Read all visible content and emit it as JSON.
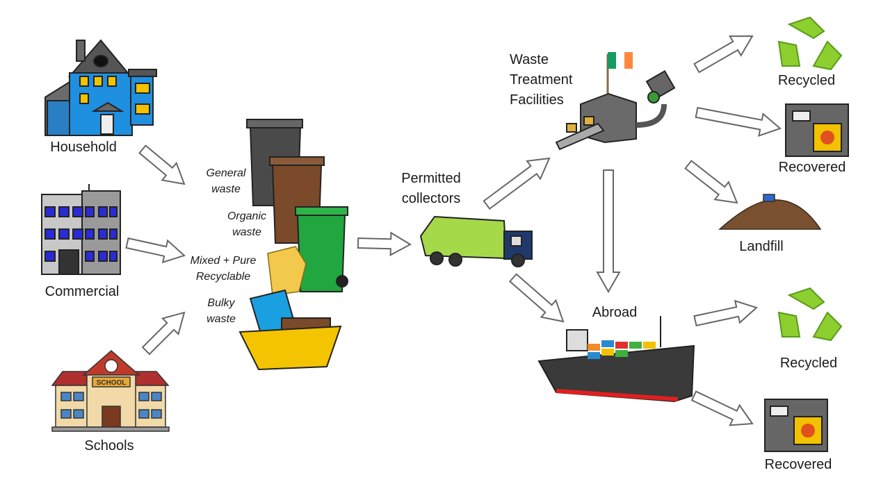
{
  "sources": {
    "household": "Household",
    "commercial": "Commercial",
    "schools": "Schools",
    "school_sign": "SCHOOL"
  },
  "bins": {
    "general": [
      "General",
      "waste"
    ],
    "organic": [
      "Organic",
      "waste"
    ],
    "mixed": [
      "Mixed + Pure",
      "Recyclable"
    ],
    "bulky": [
      "Bulky",
      "waste"
    ]
  },
  "collectors": [
    "Permitted",
    "collectors"
  ],
  "treatment": [
    "Waste",
    "Treatment",
    "Facilities"
  ],
  "abroad": "Abroad",
  "outcomes": {
    "recycled_top": "Recycled",
    "recovered_top": "Recovered",
    "landfill": "Landfill",
    "recycled_abroad": "Recycled",
    "recovered_abroad": "Recovered"
  },
  "colors": {
    "general_bin": "#4a4a4a",
    "organic_bin": "#7a4a2a",
    "recycling_bin": "#22a640",
    "skip": "#f5c400",
    "truck": "#a6d94a",
    "recycle_symbol": "#8ccf2e",
    "flag": [
      "#169b62",
      "#ffffff",
      "#ff883e"
    ]
  }
}
